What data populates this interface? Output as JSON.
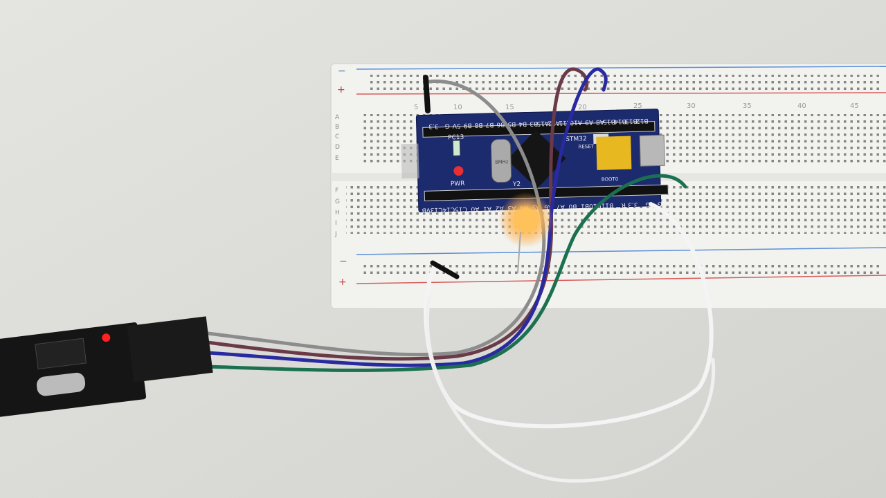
{
  "scene": {
    "breadboard": {
      "top_numbers": [
        "5",
        "10",
        "15",
        "20",
        "25",
        "30",
        "35",
        "40",
        "45"
      ],
      "rows_top": [
        "A",
        "B",
        "C",
        "D",
        "E"
      ],
      "rows_bottom": [
        "F",
        "G",
        "H",
        "I",
        "J"
      ],
      "rail_plus": "+",
      "rail_minus": "−"
    },
    "mcu_board": {
      "top_pins": [
        "3.3",
        "G",
        "5V",
        "B9",
        "B8",
        "B7",
        "B6",
        "B5",
        "B4",
        "B3",
        "A15",
        "A12",
        "A11",
        "A10",
        "A9",
        "A8",
        "B15",
        "B14",
        "B13",
        "B12"
      ],
      "bottom_pins": [
        "VB",
        "C13",
        "C14",
        "C15",
        "A0",
        "A1",
        "A2",
        "A3",
        "A4",
        "A5",
        "A6",
        "A7",
        "B0",
        "B1",
        "B10",
        "B11",
        "R",
        "3.3",
        "G",
        "G"
      ],
      "led_label": "PC13",
      "power_label": "PWR",
      "crystal_label": "8MHz",
      "crystal_ref": "Y2",
      "chip_label": "STM32",
      "reset_label": "RESET",
      "boot_label": "BOOT0"
    },
    "colors": {
      "board_blue": "#1c2a6e",
      "led_orange": "#ffb347",
      "breadboard": "#f2f2ef",
      "table": "#dcdcd8"
    }
  }
}
